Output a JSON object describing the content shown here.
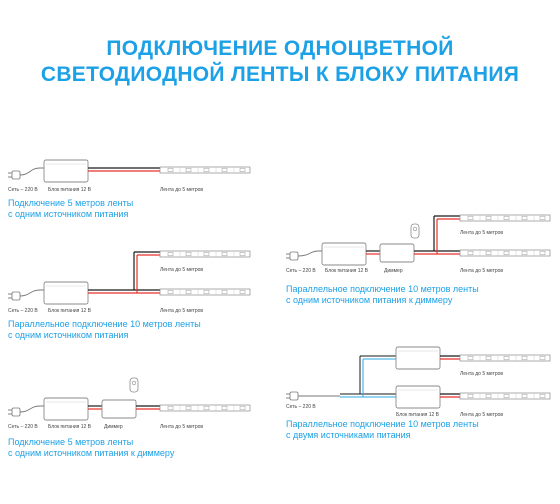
{
  "title": {
    "line1": "ПОДКЛЮЧЕНИЕ ОДНОЦВЕТНОЙ",
    "line2": "СВЕТОДИОДНОЙ ЛЕНТЫ К БЛОКУ ПИТАНИЯ"
  },
  "labels": {
    "mains": "Сеть – 220 В",
    "psu": "Блок питания 12 В",
    "strip": "Лента до 5 метров",
    "dimmer": "Диммер"
  },
  "diagrams": {
    "d1": {
      "line1": "Подключение 5 метров ленты",
      "line2": "с одним источником питания"
    },
    "d2": {
      "line1": "Параллельное подключение 10 метров ленты",
      "line2": "с одним источником питания"
    },
    "d3": {
      "line1": "Подключение 5 метров ленты",
      "line2": "с одним источником питания к диммеру"
    },
    "d4": {
      "line1": "Параллельное подключение 10 метров ленты",
      "line2": "с одним источником питания к диммеру"
    },
    "d5": {
      "line1": "Параллельное подключение 10 метров ленты",
      "line2": "с двумя источниками питания"
    }
  },
  "colors": {
    "accent": "#1da1e6",
    "wire_red": "#e8312a",
    "wire_black": "#1a1a1a",
    "wire_blue": "#2ba8e0",
    "outline": "#8a8a8a"
  }
}
